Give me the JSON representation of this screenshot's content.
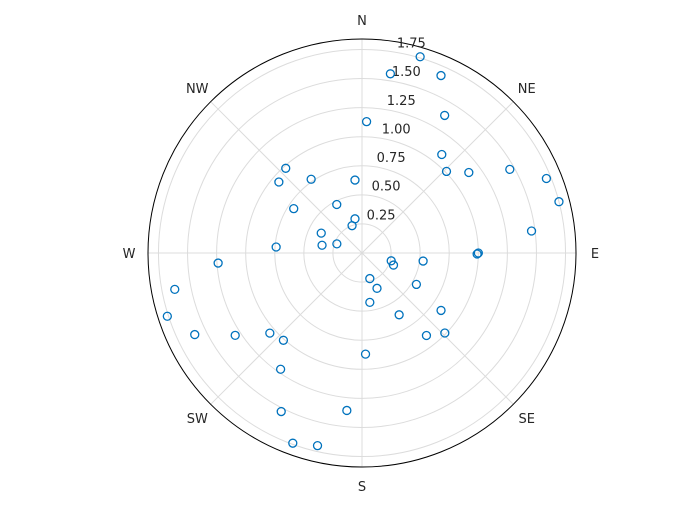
{
  "chart_data": {
    "type": "scatter",
    "coordinate_system": "polar",
    "title": "",
    "theta_unit": "degrees",
    "theta_zero": "east",
    "theta_direction": "counterclockwise",
    "rlim": [
      0,
      1.84
    ],
    "r_ticks": [
      0.25,
      0.5,
      0.75,
      1.0,
      1.25,
      1.5,
      1.75
    ],
    "r_tick_labels": [
      "0.25",
      "0.50",
      "0.75",
      "1.00",
      "1.25",
      "1.50",
      "1.75"
    ],
    "theta_ticks": [
      0,
      45,
      90,
      135,
      180,
      225,
      270,
      315
    ],
    "theta_tick_labels": [
      "E",
      "NE",
      "N",
      "NW",
      "W",
      "SW",
      "S",
      "SE"
    ],
    "grid": true,
    "marker": "open-circle",
    "colors": {
      "marker": "#0072BD",
      "grid": "#dcdcdc",
      "axis": "#000000",
      "text": "#262626"
    },
    "points": [
      {
        "theta": 73.5,
        "r": 1.76
      },
      {
        "theta": 81,
        "r": 1.56
      },
      {
        "theta": 66,
        "r": 1.67
      },
      {
        "theta": 59,
        "r": 1.38
      },
      {
        "theta": 88,
        "r": 1.13
      },
      {
        "theta": 51,
        "r": 1.09
      },
      {
        "theta": 44,
        "r": 1.01
      },
      {
        "theta": 37,
        "r": 1.15
      },
      {
        "theta": 29.5,
        "r": 1.46
      },
      {
        "theta": 22,
        "r": 1.71
      },
      {
        "theta": 14.6,
        "r": 1.75
      },
      {
        "theta": 7.4,
        "r": 1.47
      },
      {
        "theta": 0,
        "r": 1.0
      },
      {
        "theta": -0.5,
        "r": 0.99
      },
      {
        "theta": -7.5,
        "r": 0.53
      },
      {
        "theta": -15,
        "r": 0.26
      },
      {
        "theta": -21,
        "r": 0.29
      },
      {
        "theta": -30,
        "r": 0.54
      },
      {
        "theta": -73,
        "r": 0.23
      },
      {
        "theta": -67,
        "r": 0.33
      },
      {
        "theta": -81,
        "r": 0.43
      },
      {
        "theta": -59,
        "r": 0.62
      },
      {
        "theta": -36,
        "r": 0.84
      },
      {
        "theta": -44,
        "r": 0.99
      },
      {
        "theta": -52,
        "r": 0.9
      },
      {
        "theta": -88,
        "r": 0.87
      },
      {
        "theta": -95.5,
        "r": 1.36
      },
      {
        "theta": -103,
        "r": 1.7
      },
      {
        "theta": -110,
        "r": 1.74
      },
      {
        "theta": -117,
        "r": 1.53
      },
      {
        "theta": -125,
        "r": 1.22
      },
      {
        "theta": -132,
        "r": 1.01
      },
      {
        "theta": -139,
        "r": 1.05
      },
      {
        "theta": -147,
        "r": 1.3
      },
      {
        "theta": -154,
        "r": 1.6
      },
      {
        "theta": -162,
        "r": 1.76
      },
      {
        "theta": -169,
        "r": 1.64
      },
      {
        "theta": -176,
        "r": 1.24
      },
      {
        "theta": 176,
        "r": 0.74
      },
      {
        "theta": 169,
        "r": 0.35
      },
      {
        "theta": 160,
        "r": 0.23
      },
      {
        "theta": 154,
        "r": 0.39
      },
      {
        "theta": 147,
        "r": 0.7
      },
      {
        "theta": 139.5,
        "r": 0.94
      },
      {
        "theta": 132,
        "r": 0.98
      },
      {
        "theta": 124.6,
        "r": 0.77
      },
      {
        "theta": 117.5,
        "r": 0.47
      },
      {
        "theta": 95.5,
        "r": 0.63
      },
      {
        "theta": 101.6,
        "r": 0.3
      },
      {
        "theta": 110,
        "r": 0.25
      }
    ]
  }
}
